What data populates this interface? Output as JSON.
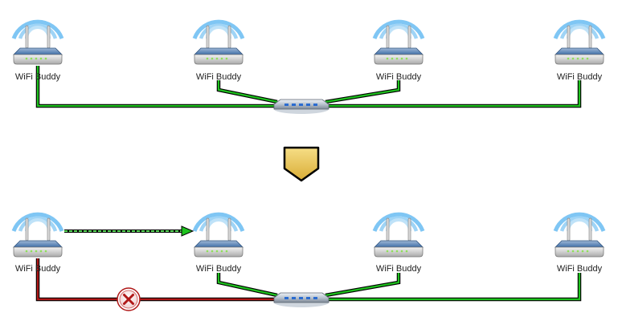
{
  "router_label": "WiFi Buddy",
  "colors": {
    "ok_link": "#1ec21e",
    "failed_link": "#b01818",
    "arrow_fill_top": "#f6de86",
    "arrow_fill_bottom": "#d9ad36",
    "wifi_waves": "#7fc6f4"
  },
  "diagrams": [
    {
      "routers": [
        {
          "label": "WiFi Buddy",
          "link": "ok"
        },
        {
          "label": "WiFi Buddy",
          "link": "ok"
        },
        {
          "label": "WiFi Buddy",
          "link": "ok"
        },
        {
          "label": "WiFi Buddy",
          "link": "ok"
        }
      ]
    },
    {
      "routers": [
        {
          "label": "WiFi Buddy",
          "link": "failed"
        },
        {
          "label": "WiFi Buddy",
          "link": "ok"
        },
        {
          "label": "WiFi Buddy",
          "link": "ok"
        },
        {
          "label": "WiFi Buddy",
          "link": "ok"
        }
      ],
      "failover": {
        "from": 0,
        "to": 1
      }
    }
  ]
}
